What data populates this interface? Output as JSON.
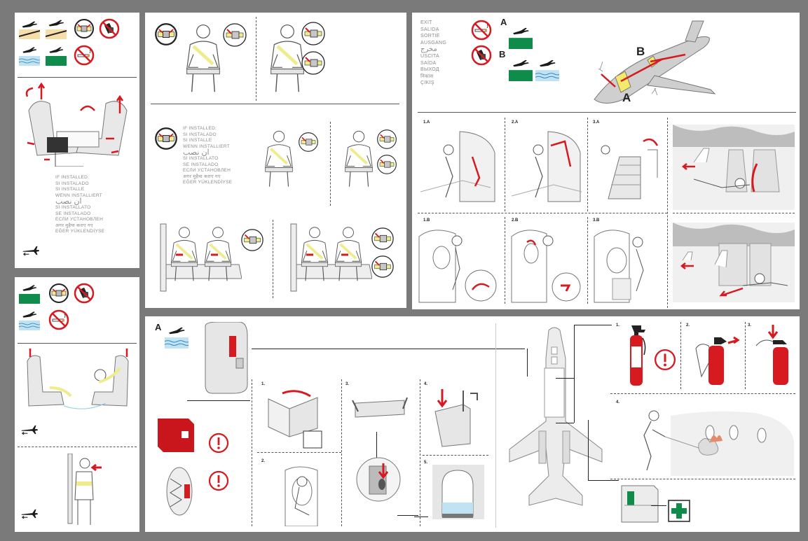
{
  "colors": {
    "red": "#d71920",
    "yellow": "#f0ec8c",
    "water": "#bfe3f2",
    "ground_green": "#0f8c4a",
    "figure_gray": "#dedede",
    "line": "#555555"
  },
  "seat_panel": {
    "if_installed_lines": [
      "IF INSTALLED:",
      "SI INSTALADO",
      "SI INSTALLE",
      "WENN INSTALLIERT",
      "ان نصب",
      "SI INSTALLATO",
      "SE INSTALADO",
      "EСЛИ УСТАНОВЛЕН",
      "अगर मुहैया कराए गए",
      "EĞER YÜKLENDİYSE"
    ]
  },
  "seatbelt_panel": {
    "if_installed_lines": [
      "IF INSTALLED:",
      "SI INSTALADO",
      "SI INSTALLE",
      "WENN INSTALLIERT",
      "ان نصب",
      "SI INSTALLATO",
      "SE INSTALADO",
      "EСЛИ УСТАНОВЛЕН",
      "अगर मुहैया कराए गए",
      "EĞER YÜKLENDİYSE"
    ]
  },
  "exit_panel": {
    "exit_words": [
      "EXIT",
      "SALIDA",
      "SORTIE",
      "AUSGANG",
      "مخرج",
      "USCITA",
      "SAÍDA",
      "ВЫХОД",
      "निकास",
      "ÇIKIŞ"
    ],
    "label_a": "A",
    "label_b": "B",
    "steps_a": [
      "1.A",
      "2.A",
      "3.A"
    ],
    "steps_b": [
      "1.B",
      "2.B",
      "3.B"
    ]
  },
  "overwing_panel": {
    "label_a": "A",
    "steps": [
      "1.",
      "2.",
      "3.",
      "4.",
      "5."
    ]
  },
  "extinguisher_panel": {
    "steps": [
      "1.",
      "2.",
      "3.",
      "4."
    ]
  },
  "icons": [
    "landing-icon",
    "ditching-icon",
    "brace-icon",
    "no-electronics-icon",
    "no-smoking-icon",
    "seatbelt-icon",
    "airplane-icon",
    "warning-icon",
    "first-aid-icon",
    "arrow-icon"
  ]
}
